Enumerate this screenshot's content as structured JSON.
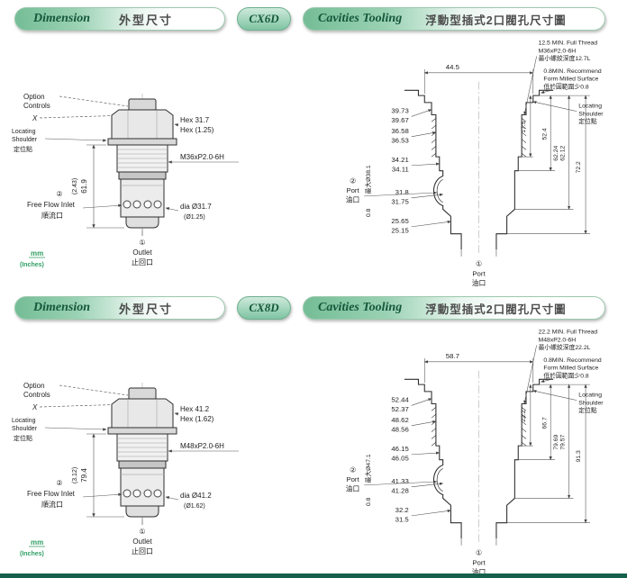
{
  "sections": [
    {
      "model": "CX6D",
      "header": {
        "dimension_en": "Dimension",
        "dimension_zh": "外型尺寸",
        "cavities_en": "Cavities Tooling",
        "cavities_zh": "浮動型插式2口閥孔尺寸圖"
      },
      "valve": {
        "option_line1": "Option",
        "option_line2": "Controls",
        "option_x": "X",
        "locating_line1": "Locating",
        "locating_line2": "Shoulder",
        "locating_zh": "定位點",
        "hex_mm": "Hex 31.7",
        "hex_in": "Hex (1.25)",
        "thread": "M36xP2.0-6H",
        "length_mm": "61.9",
        "length_in": "(2.43)",
        "inlet_symbol": "②",
        "inlet_en": "Free Flow Inlet",
        "inlet_zh": "順流口",
        "dia_mm": "dia Ø31.7",
        "dia_in": "(Ø1.25)",
        "outlet_symbol": "①",
        "outlet_en": "Outlet",
        "outlet_zh": "止回口",
        "units_mm": "mm",
        "units_in": "(Inches)"
      },
      "cavity": {
        "thread_note1": "12.5 MIN. Full Thread",
        "thread_note2": "M36xP2.0-6H",
        "thread_note3": "最小螺紋深度12.7L",
        "surface_note1": "0.8MIN. Recommend",
        "surface_note2": "Form Milled Surface",
        "surface_note3": "低於圓範圍少0.8",
        "locating_line1": "Locating",
        "locating_line2": "Shoulder",
        "locating_zh": "定位點",
        "top_width": "44.5",
        "dim2_max": "39.73",
        "dim2_min": "39.67",
        "dim3_max": "36.58",
        "dim3_min": "36.53",
        "dim4_max": "34.21",
        "dim4_min": "34.11",
        "dim5_max": "31.8",
        "dim5_min": "31.75",
        "dim6_max": "25.65",
        "dim6_min": "25.15",
        "max_dia": "最大Ø38.1",
        "step": "0.8",
        "thread_depth": "17.5",
        "depth1": "52.4",
        "depth2_max": "62.24",
        "depth2_min": "62.12",
        "depth3": "72.2",
        "side_port_symbol": "②",
        "side_port_en": "Port",
        "side_port_zh": "油口",
        "bottom_port_symbol": "①",
        "bottom_port_en": "Port",
        "bottom_port_zh": "油口"
      }
    },
    {
      "model": "CX8D",
      "header": {
        "dimension_en": "Dimension",
        "dimension_zh": "外型尺寸",
        "cavities_en": "Cavities Tooling",
        "cavities_zh": "浮動型插式2口閥孔尺寸圖"
      },
      "valve": {
        "option_line1": "Option",
        "option_line2": "Controls",
        "option_x": "X",
        "locating_line1": "Locating",
        "locating_line2": "Shoulder",
        "locating_zh": "定位點",
        "hex_mm": "Hex 41.2",
        "hex_in": "Hex (1.62)",
        "thread": "M48xP2.0-6H",
        "length_mm": "79.4",
        "length_in": "(3.12)",
        "inlet_symbol": "②",
        "inlet_en": "Free Flow Inlet",
        "inlet_zh": "順流口",
        "dia_mm": "dia Ø41.2",
        "dia_in": "(Ø1.62)",
        "outlet_symbol": "①",
        "outlet_en": "Outlet",
        "outlet_zh": "止回口",
        "units_mm": "mm",
        "units_in": "(Inches)"
      },
      "cavity": {
        "thread_note1": "22.2 MIN. Full Thread",
        "thread_note2": "M48xP2.0-6H",
        "thread_note3": "最小螺紋深度22.2L",
        "surface_note1": "0.8MIN. Recommend",
        "surface_note2": "Form Milled Surface",
        "surface_note3": "低於圓範圍少0.8",
        "locating_line1": "Locating",
        "locating_line2": "Shoulder",
        "locating_zh": "定位點",
        "top_width": "58.7",
        "dim2_max": "52.44",
        "dim2_min": "52.37",
        "dim3_max": "48.62",
        "dim3_min": "48.56",
        "dim4_max": "46.15",
        "dim4_min": "46.05",
        "dim5_max": "41.33",
        "dim5_min": "41.28",
        "dim6_max": "32.2",
        "dim6_min": "31.5",
        "max_dia": "最大Ø47.1",
        "step": "0.8",
        "thread_depth": "22.2",
        "depth1": "66.7",
        "depth2_max": "79.69",
        "depth2_min": "79.57",
        "depth3": "91.3",
        "side_port_symbol": "②",
        "side_port_en": "Port",
        "side_port_zh": "油口",
        "bottom_port_symbol": "①",
        "bottom_port_en": "Port",
        "bottom_port_zh": "油口"
      }
    }
  ]
}
